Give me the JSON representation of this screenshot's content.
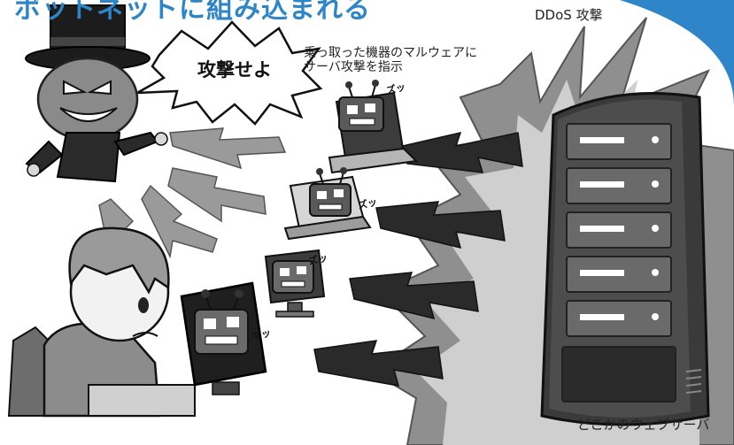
{
  "title": "ボットネットに組み込まれる",
  "labels": {
    "attack_type": "DDoS 攻撃",
    "instruction": "乗っ取った機器のマルウェアに\nサーバ攻撃を指示",
    "target_server": "どこかのウェブサーバ",
    "command_bubble": "攻撃せよ"
  },
  "sound_effects": [
    "ズッ",
    "ズッ",
    "ズッ",
    "マッ"
  ],
  "colors": {
    "title": "#2e86c8",
    "frame": "#2e86c8",
    "burst_dark": "#8f8f8f",
    "burst_light": "#cfcfcf",
    "server": "#3a3a3a"
  },
  "icons": [
    "attacker-character-icon",
    "victim-user-icon",
    "infected-laptop-icon",
    "infected-monitor-icon",
    "bot-malware-icon",
    "web-server-icon",
    "lightning-arrow-icon"
  ]
}
